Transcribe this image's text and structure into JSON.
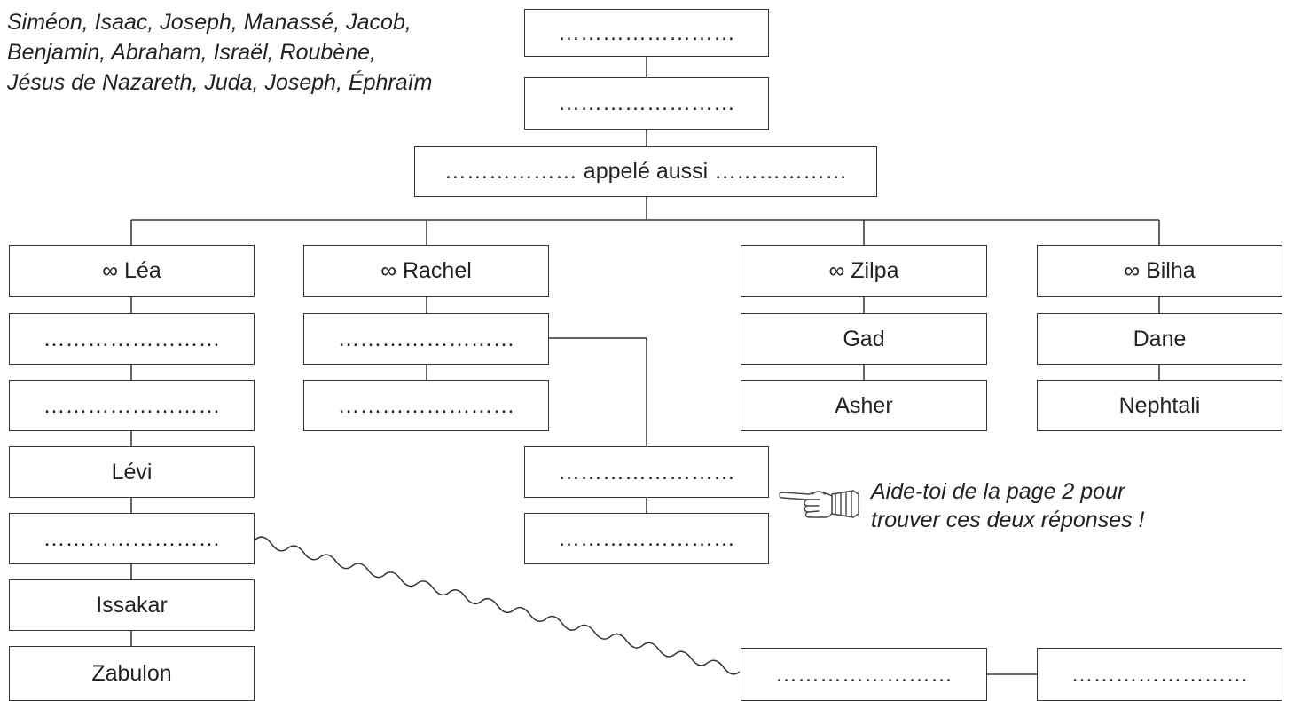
{
  "word_bank": {
    "lines": [
      "Siméon, Isaac, Joseph, Manassé, Jacob,",
      "Benjamin, Abraham, Israël, Roubène,",
      "Jésus de Nazareth, Juda, Joseph, Éphraïm"
    ]
  },
  "tree": {
    "ancestor_1": "……………………",
    "ancestor_2": "……………………",
    "patriarch": "……………… appelé aussi ………………",
    "wives": {
      "lea": "∞ Léa",
      "rachel": "∞ Rachel",
      "zilpa": "∞ Zilpa",
      "bilha": "∞ Bilha"
    },
    "lea_children": [
      "……………………",
      "……………………",
      "Lévi",
      "……………………",
      "Issakar",
      "Zabulon"
    ],
    "rachel_children": [
      "……………………",
      "……………………"
    ],
    "grandchildren": [
      "……………………",
      "……………………"
    ],
    "zilpa_children": [
      "Gad",
      "Asher"
    ],
    "bilha_children": [
      "Dane",
      "Nephtali"
    ],
    "descendant_pair": [
      "……………………",
      "……………………"
    ]
  },
  "hint": {
    "lines": [
      "Aide-toi de la page 2 pour",
      "trouver ces deux réponses !"
    ],
    "icon": "pointing-hand-icon"
  }
}
